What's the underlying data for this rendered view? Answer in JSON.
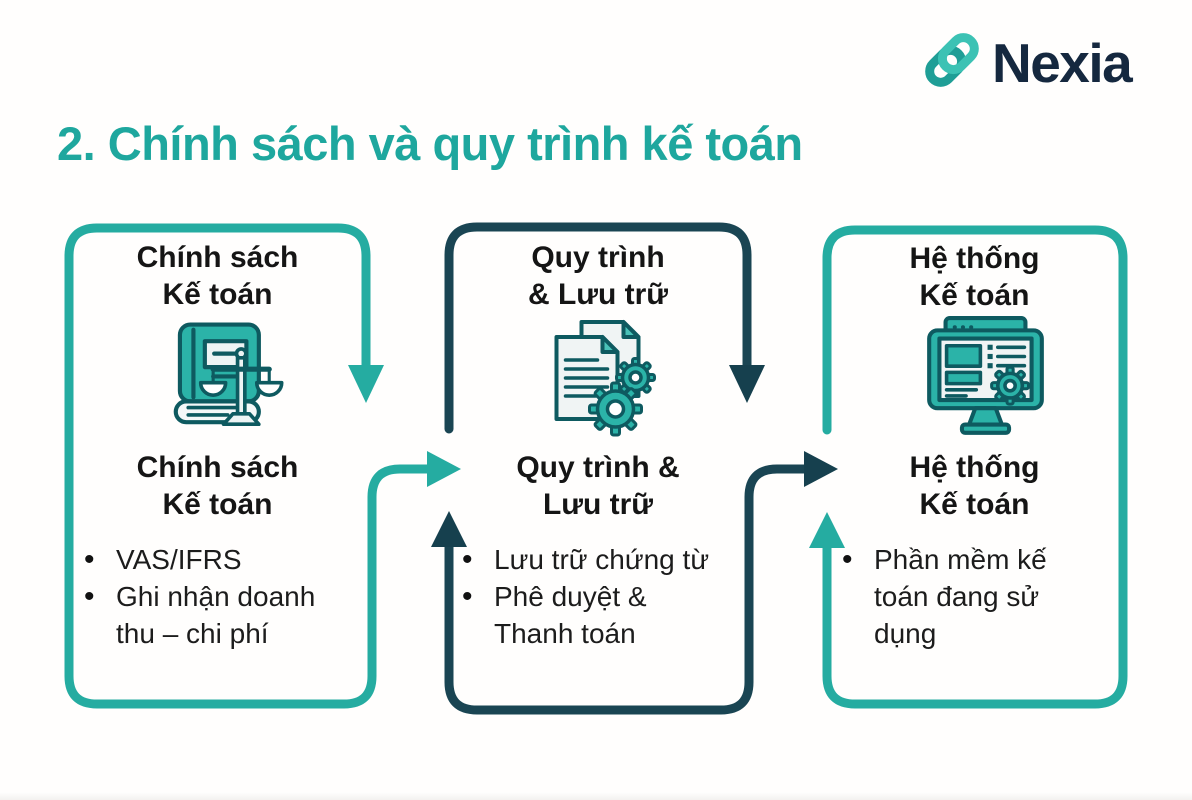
{
  "brand": {
    "name": "Nexia",
    "logo_icon": "nexia-logo-icon",
    "navy": "#15283F",
    "teal": "#2BB3A8"
  },
  "title": "2. Chính sách và quy trình kế toán",
  "colors": {
    "accent_teal": "#25ACA1",
    "accent_dark_teal": "#1A4553",
    "title_teal": "#1EA79E",
    "text": "#151515"
  },
  "boxes": [
    {
      "id": "accounting-policy",
      "border_color": "#25ACA1",
      "icon": "book-scale-icon",
      "header": [
        "Chính sách",
        "Kế toán"
      ],
      "subtitle": [
        "Chính sách",
        "Kế toán"
      ],
      "bullets": [
        [
          "VAS/IFRS"
        ],
        [
          "Ghi nhận doanh",
          "thu – chi phí"
        ]
      ]
    },
    {
      "id": "process-archive",
      "border_color": "#1A4553",
      "icon": "documents-gears-icon",
      "header": [
        "Quy trình",
        "& Lưu trữ"
      ],
      "subtitle": [
        "Quy trình &",
        "Lưu trữ"
      ],
      "bullets": [
        [
          "Lưu trữ chứng từ"
        ],
        [
          "Phê duyệt &",
          "Thanh toán"
        ]
      ]
    },
    {
      "id": "accounting-system",
      "border_color": "#25ACA1",
      "icon": "accounting-software-icon",
      "header": [
        "Hệ thống",
        "Kế toán"
      ],
      "subtitle": [
        "Hệ thống",
        "Kế toán"
      ],
      "bullets": [
        [
          "Phần mềm kế",
          "toán đang sử",
          "dụng"
        ]
      ]
    }
  ]
}
